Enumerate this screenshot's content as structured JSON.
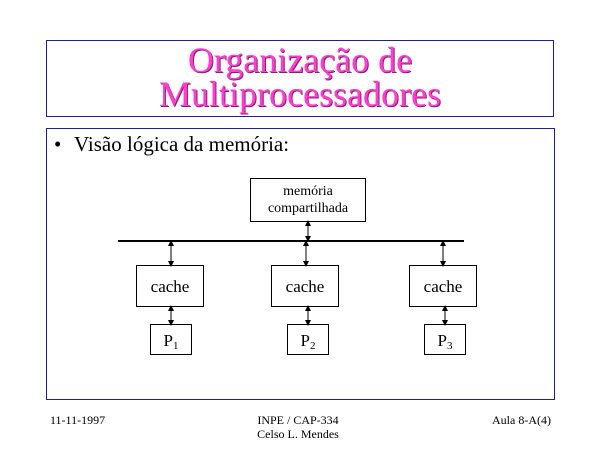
{
  "title": {
    "line1": "Organização de",
    "line2": "Multiprocessadores"
  },
  "bullet": {
    "symbol": "•",
    "text": "Visão lógica da memória:"
  },
  "diagram": {
    "memory_line1": "memória",
    "memory_line2": "compartilhada",
    "caches": [
      "cache",
      "cache",
      "cache"
    ],
    "processors": [
      {
        "label": "P",
        "sub": "1"
      },
      {
        "label": "P",
        "sub": "2"
      },
      {
        "label": "P",
        "sub": "3"
      }
    ]
  },
  "footer": {
    "date": "11-11-1997",
    "course_line1": "INPE / CAP-334",
    "course_line2": "Celso L. Mendes",
    "page": "Aula 8-A(4)"
  },
  "colors": {
    "title": "#ff3fd0",
    "frame": "#1e1ea0"
  }
}
